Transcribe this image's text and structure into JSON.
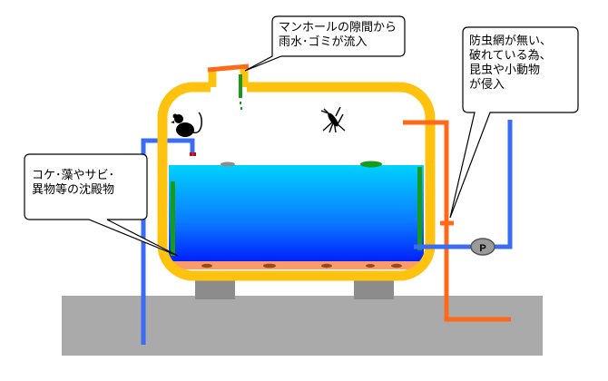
{
  "callouts": {
    "manhole": "マンホールの隙間から\n雨水･ゴミが流入",
    "insect_net": "防虫網が無い、\n破れている為、\n昆虫や小動物\nが侵入",
    "sediment": "コケ･藻やサビ･\n異物等の沈殿物"
  },
  "pump_label": "P",
  "colors": {
    "tank_frame": "#ffc20e",
    "water_top": "#00c8ff",
    "water_bottom": "#0018ff",
    "pipe_blue": "#3a6cf4",
    "pipe_orange": "#ff6a1a",
    "ground": "#aaaaaa",
    "support": "#8c8c8c",
    "algae": "#1a9a1a",
    "sediment": "#ff9a6a"
  },
  "icons": [
    "rat-icon",
    "mosquito-icon",
    "pump-icon"
  ]
}
